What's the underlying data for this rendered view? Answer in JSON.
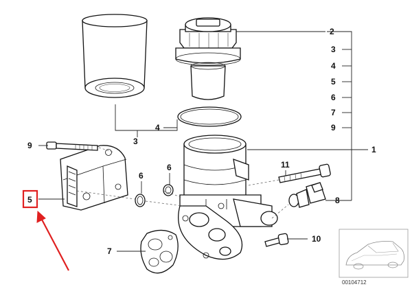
{
  "callouts": {
    "c1": "1",
    "c2": "2",
    "c3": "3",
    "c4": "4",
    "c5": "5",
    "c6": "6",
    "c7": "7",
    "c8": "8",
    "c9": "9",
    "c10": "10",
    "c11": "11"
  },
  "legend_items": [
    "2",
    "3",
    "4",
    "5",
    "6",
    "7",
    "9"
  ],
  "catalog_number": "00104712",
  "highlight": {
    "color": "#e02020",
    "callout": "5"
  }
}
